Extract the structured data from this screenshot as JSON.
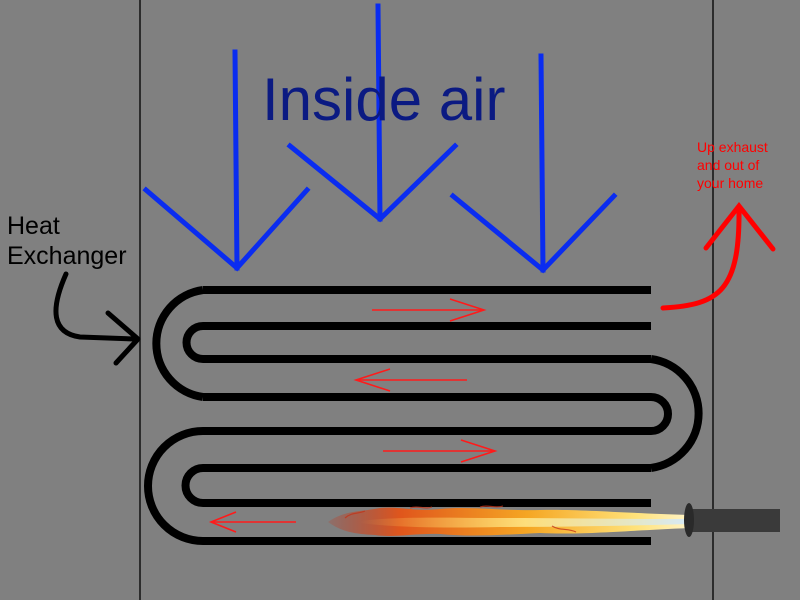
{
  "diagram": {
    "title": "Inside air",
    "heat_exchanger_label": {
      "line1": "Heat",
      "line2": "Exchanger"
    },
    "exhaust_label": {
      "line1": "Up exhaust",
      "line2": "and out of",
      "line3": "your home"
    }
  },
  "colors": {
    "background": "#808080",
    "airflow_arrows": "#0a2cf0",
    "title_text": "#0b1a82",
    "flow_arrows": "#ff0000",
    "tubes": "#000000",
    "flame": "#f5a623",
    "burner": "#3a3a3a"
  },
  "icons": {
    "airflow": "down-arrow-icon",
    "flow": "right-left-arrow-icon",
    "flame": "flame-icon",
    "exhaust": "up-arrow-icon"
  }
}
